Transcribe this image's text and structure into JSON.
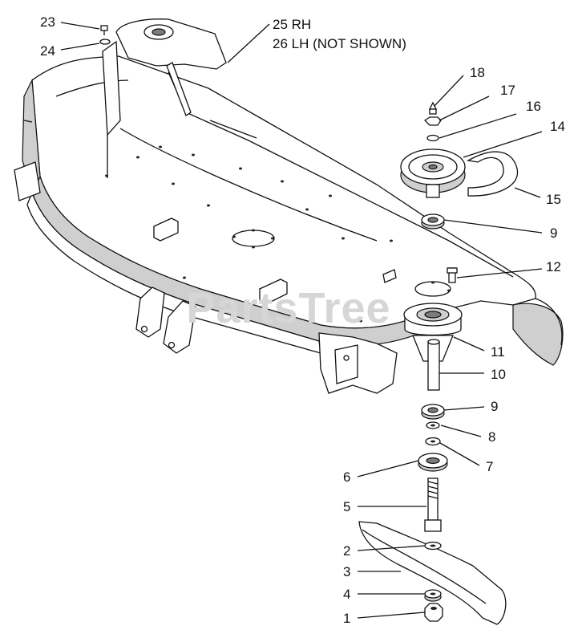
{
  "watermark": "PartsTree",
  "callouts": {
    "c23": "23",
    "c24": "24",
    "c25": "25 RH",
    "c26": "26 LH (NOT SHOWN)",
    "c18": "18",
    "c17": "17",
    "c16": "16",
    "c14": "14",
    "c15": "15",
    "c9a": "9",
    "c12": "12",
    "c11": "11",
    "c10": "10",
    "c9b": "9",
    "c8": "8",
    "c7": "7",
    "c6": "6",
    "c5": "5",
    "c2": "2",
    "c3": "3",
    "c4": "4",
    "c1": "1"
  }
}
